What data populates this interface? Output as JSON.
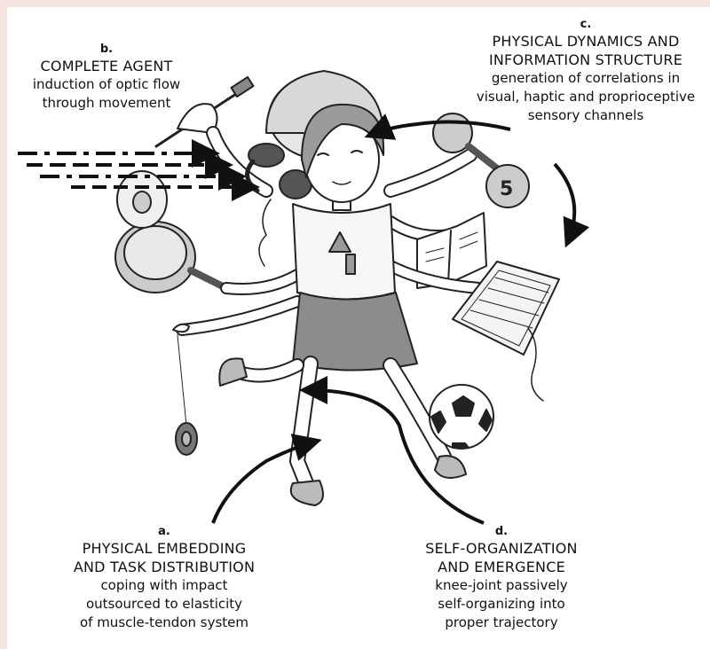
{
  "colors": {
    "frame": "#f3e4dd",
    "canvas": "#ffffff",
    "ink": "#111111",
    "shade": "#9a9a9a"
  },
  "labels": {
    "a": {
      "letter": "a.",
      "title": [
        "PHYSICAL EMBEDDING",
        "AND TASK DISTRIBUTION"
      ],
      "desc": [
        "coping with impact",
        "outsourced to elasticity",
        "of muscle-tendon system"
      ]
    },
    "b": {
      "letter": "b.",
      "title": [
        "COMPLETE AGENT"
      ],
      "desc": [
        "induction of optic flow",
        "through movement"
      ]
    },
    "c": {
      "letter": "c.",
      "title": [
        "PHYSICAL DYNAMICS AND",
        "INFORMATION STRUCTURE"
      ],
      "desc": [
        "generation of correlations in",
        "visual, haptic and proprioceptive",
        "sensory channels"
      ]
    },
    "d": {
      "letter": "d.",
      "title": [
        "SELF-ORGANIZATION",
        "AND EMERGENCE"
      ],
      "desc": [
        "knee-joint passively",
        "self-organizing into",
        "proper trajectory"
      ]
    }
  },
  "illustration": {
    "figure": "multi-armed girl",
    "objects": [
      "paintbrush-icon",
      "telephone-icon",
      "frying-pan-icon",
      "yo-yo-icon",
      "book-icon",
      "keyboard-icon",
      "dumbbell-icon",
      "soccer-ball-icon",
      "hat-icon"
    ],
    "dumbbell_text": "5"
  }
}
